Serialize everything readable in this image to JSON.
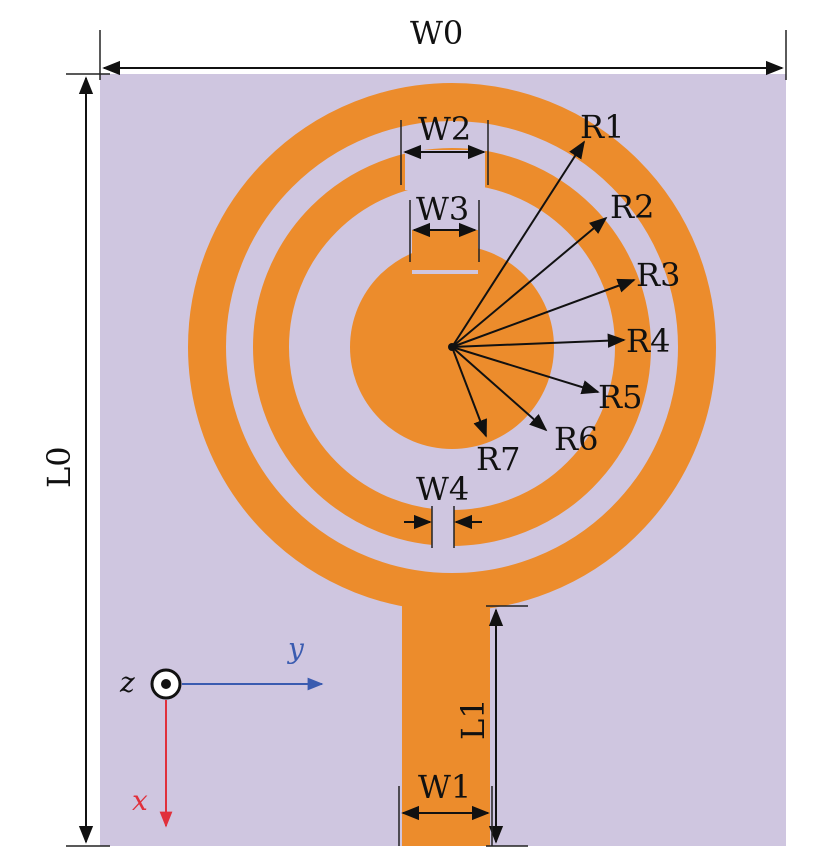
{
  "colors": {
    "substrate": "#cfc6e0",
    "metal": "#ec8c2c",
    "dimension": "#111111",
    "axis_y": "#3a5bb0",
    "axis_x": "#e0303c"
  },
  "labels": {
    "W0": "W0",
    "L0": "L0",
    "W1": "W1",
    "L1": "L1",
    "W2": "W2",
    "W3": "W3",
    "W4": "W4",
    "R1": "R1",
    "R2": "R2",
    "R3": "R3",
    "R4": "R4",
    "R5": "R5",
    "R6": "R6",
    "R7": "R7"
  },
  "axes": {
    "x": "x",
    "y": "y",
    "z": "z"
  }
}
